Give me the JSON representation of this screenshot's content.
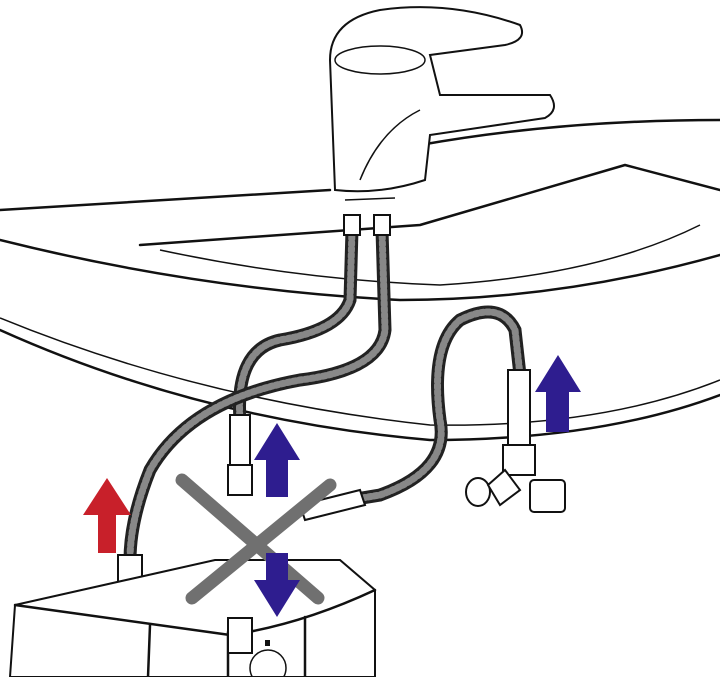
{
  "colors": {
    "hot_arrow": "#c8202a",
    "cold_arrow": "#2e1d8f",
    "cross_mark": "#707070",
    "line": "#111111"
  },
  "icons": [
    "faucet",
    "sink",
    "braided-hose",
    "angle-valve",
    "water-heater",
    "flow-arrow-up",
    "flow-arrow-down",
    "cross-mark"
  ]
}
